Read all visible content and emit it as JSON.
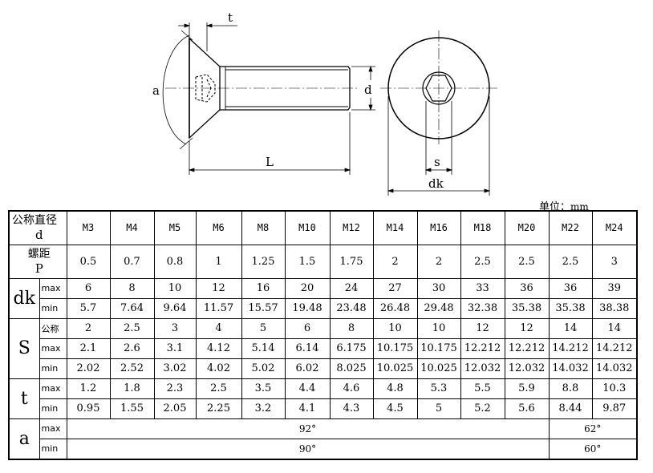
{
  "drawing": {
    "labels": {
      "t": "t",
      "a": "a",
      "d": "d",
      "L": "L",
      "s": "s",
      "dk": "dk"
    }
  },
  "unit": {
    "label": "单位：",
    "value": "mm"
  },
  "table": {
    "nominal_header": {
      "cn": "公称直径",
      "sym": "d"
    },
    "pitch_header": {
      "cn": "螺距",
      "sym": "P"
    },
    "sizes": [
      "M3",
      "M4",
      "M5",
      "M6",
      "M8",
      "M10",
      "M12",
      "M14",
      "M16",
      "M18",
      "M20",
      "M22",
      "M24"
    ],
    "pitch": [
      "0.5",
      "0.7",
      "0.8",
      "1",
      "1.25",
      "1.5",
      "1.75",
      "2",
      "2",
      "2.5",
      "2.5",
      "2.5",
      "3"
    ],
    "dk": {
      "label": "dk",
      "max": {
        "label": "max",
        "values": [
          "6",
          "8",
          "10",
          "12",
          "16",
          "20",
          "24",
          "27",
          "30",
          "33",
          "36",
          "36",
          "39"
        ]
      },
      "min": {
        "label": "min",
        "values": [
          "5.7",
          "7.64",
          "9.64",
          "11.57",
          "15.57",
          "19.48",
          "23.48",
          "26.48",
          "29.48",
          "32.38",
          "35.38",
          "35.38",
          "38.38"
        ]
      }
    },
    "s": {
      "label": "S",
      "nominal": {
        "label": "公称",
        "values": [
          "2",
          "2.5",
          "3",
          "4",
          "5",
          "6",
          "8",
          "10",
          "10",
          "12",
          "12",
          "14",
          "14"
        ]
      },
      "max": {
        "label": "max",
        "values": [
          "2.1",
          "2.6",
          "3.1",
          "4.12",
          "5.14",
          "6.14",
          "6.175",
          "10.175",
          "10.175",
          "12.212",
          "12.212",
          "14.212",
          "14.212"
        ]
      },
      "min": {
        "label": "min",
        "values": [
          "2.02",
          "2.52",
          "3.02",
          "4.02",
          "5.02",
          "6.02",
          "8.025",
          "10.025",
          "10.025",
          "12.032",
          "12.032",
          "14.032",
          "14.032"
        ]
      }
    },
    "t": {
      "label": "t",
      "max": {
        "label": "max",
        "values": [
          "1.2",
          "1.8",
          "2.3",
          "2.5",
          "3.5",
          "4.4",
          "4.6",
          "4.8",
          "5.3",
          "5.5",
          "5.9",
          "8.8",
          "10.3"
        ]
      },
      "min": {
        "label": "min",
        "values": [
          "0.95",
          "1.55",
          "2.05",
          "2.25",
          "3.2",
          "4.1",
          "4.3",
          "4.5",
          "5",
          "5.2",
          "5.6",
          "8.44",
          "9.87"
        ]
      }
    },
    "a": {
      "label": "a",
      "max": {
        "label": "max",
        "first": "92°",
        "last": "62°"
      },
      "min": {
        "label": "min",
        "first": "90°",
        "last": "60°"
      }
    }
  }
}
